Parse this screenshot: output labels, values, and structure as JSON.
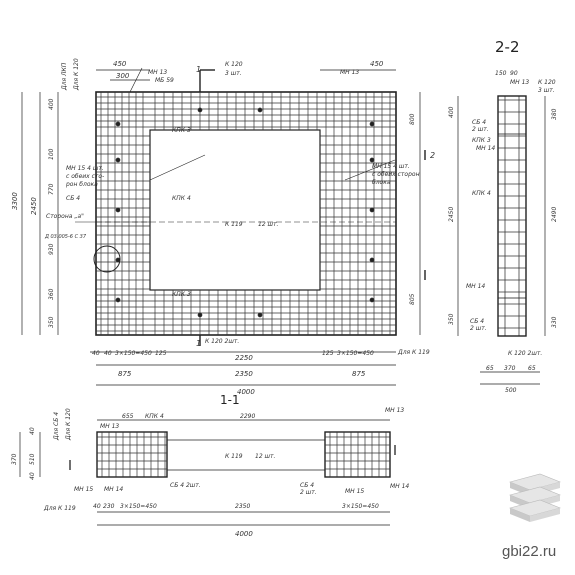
{
  "title_section_2_2": "2-2",
  "title_section_1_1": "1-1",
  "elevation": {
    "top_dims": [
      "450",
      "300",
      "450"
    ],
    "overall_height": "3300",
    "inner_height": "2450",
    "left_dims": [
      "400",
      "100",
      "770",
      "930",
      "360",
      "350"
    ],
    "right_dims": [
      "800",
      "805"
    ],
    "bottom_dims": [
      "875",
      "2350",
      "875"
    ],
    "overall_width": "4000",
    "inner_width_note": "2250",
    "labels": {
      "mn13_a": "МН 13",
      "mn13_b": "МН 13",
      "k120_top": "К 120",
      "k120_qty": "3 шт.",
      "k119_top": "К 119",
      "k119_qty": "12 шт.",
      "kpk3_top": "КПК 3",
      "kpk3_bottom": "КПК 3",
      "kpk4": "КПК 4",
      "mb59": "МБ 59",
      "sb4": "СБ 4",
      "storona": "Сторона „а\"",
      "ref": "Д\n03.005-6 С 37",
      "mn15_note": "МН 15  4 шт.",
      "mn15_note2": "с обеих сто-",
      "mn15_note3": "рон блока",
      "mn15_right": "МН 15  4 шт.",
      "mn15_right2": "с обеих сторон",
      "mn15_right3": "блока",
      "k120_bottom": "К 120 2шт.",
      "k119_bottom": "Для К 119",
      "spacing_left": "3×150=450",
      "spacing_right": "3×150=450",
      "dim_40_a": "40",
      "dim_40_b": "40",
      "dim_125_a": "125",
      "dim_125_b": "125",
      "k120_side": "Для К 120",
      "lxp_side": "Для ЛКП",
      "section_mark_1a": "1",
      "section_mark_1b": "1",
      "section_mark_2": "2"
    }
  },
  "section_2_2": {
    "top_dims": [
      "150",
      "90"
    ],
    "labels": {
      "mn13": "МН 13",
      "k120": "К 120",
      "k120_qty": "3 шт.",
      "sb4": "СБ 4",
      "sb4_qty": "2 шт.",
      "kpk3": "КПК 3",
      "mn14_a": "МН 14",
      "kpk4": "КПК 4",
      "mn14_b": "МН 14",
      "sb4_b": "СБ 4",
      "sb4_b_qty": "2 шт.",
      "k120_b": "К 120 2шт."
    },
    "side_dims": [
      "400",
      "2450",
      "350"
    ],
    "right_dims": [
      "380",
      "2490",
      "330"
    ],
    "bottom_dims": [
      "65",
      "370",
      "65"
    ],
    "overall_width": "500"
  },
  "section_1_1": {
    "top_dims": [
      "655",
      "2290"
    ],
    "labels": {
      "mn13_l": "МН 13",
      "kpk4": "КПК 4",
      "mn13_r": "МН 13",
      "k119": "К 119",
      "k119_qty": "12 шт.",
      "mn14_l": "МН 14",
      "mn15_l": "МН 15",
      "sb4_l": "СБ 4 2шт.",
      "sb4_r": "СБ 4",
      "sb4_r_qty": "2 шт.",
      "mn15_r": "МН 15",
      "mn14_r": "МН 14",
      "k119_bottom": "Для К 119",
      "k120_side": "Для К 120",
      "sb4_side": "Для СБ 4",
      "spacing_left": "3×150=450",
      "spacing_right": "3×150=450",
      "dim_230": "230",
      "dim_2350": "2350",
      "dim_40": "40"
    },
    "left_dims": [
      "370",
      "510",
      "40",
      "40"
    ],
    "overall_width": "4000"
  },
  "watermark": "gbi22.ru"
}
